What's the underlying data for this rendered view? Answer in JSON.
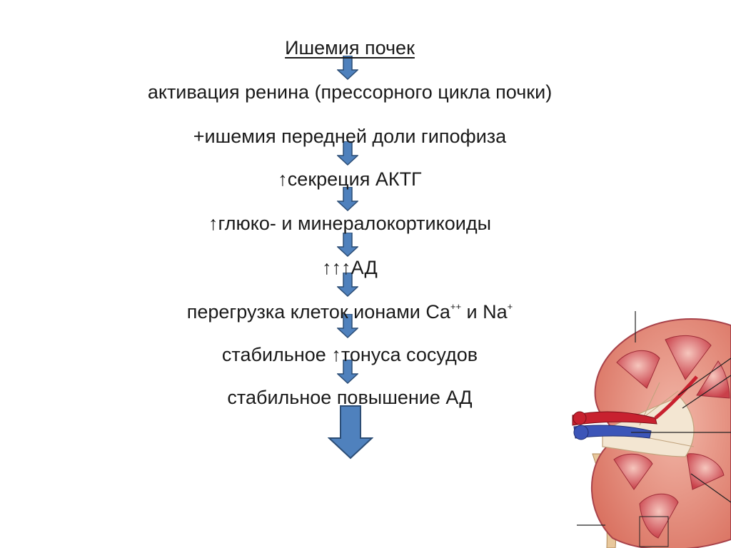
{
  "title": "Ишемия почек",
  "steps": [
    "активация ренина (прессорного цикла почки)",
    "+ишемия передней доли гипофиза",
    "↑секреция АКТГ",
    "↑глюко- и минералокортикоиды",
    "↑↑↑АД",
    "стабильное ↑тонуса сосудов",
    "стабильное повышение АД"
  ],
  "ions_line": {
    "prefix": "перегрузка клеток ионами Ca",
    "sup1": "++",
    "middle": " и Na",
    "sup2": "+"
  },
  "colors": {
    "arrow_fill": "#4f81bd",
    "arrow_stroke": "#2c4d75",
    "text": "#1a1a1a"
  },
  "icons": {
    "arrow": "down-arrow-icon",
    "illustration": "kidney-cross-section-illustration"
  }
}
